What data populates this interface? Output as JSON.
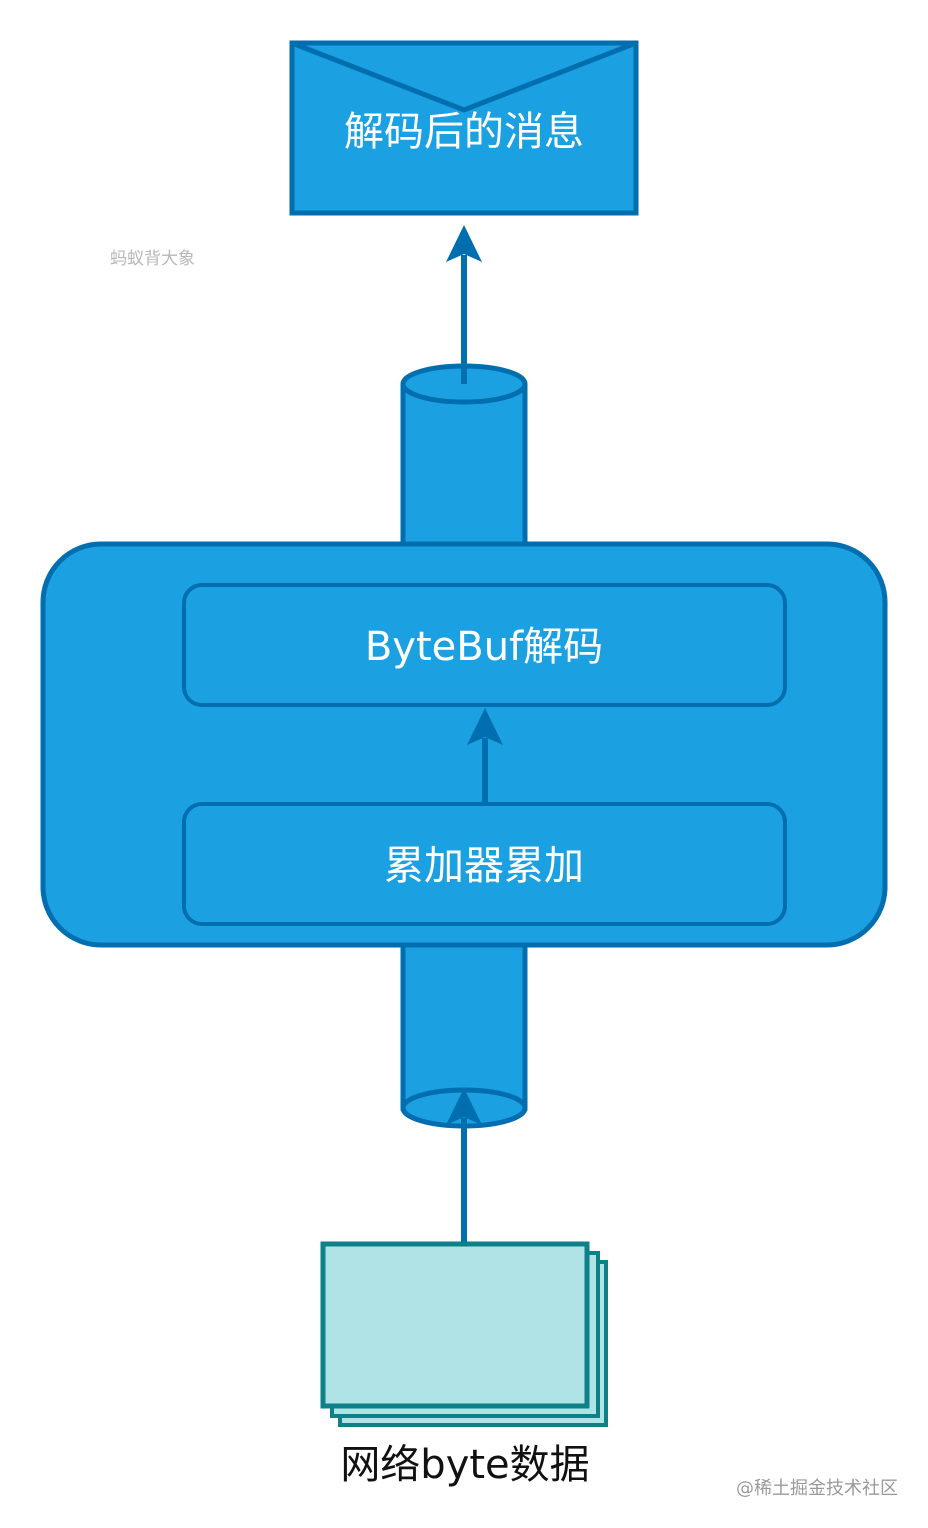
{
  "diagram": {
    "message_box_label": "解码后的消息",
    "bytebuf_decode_label": "ByteBuf解码",
    "accumulator_label": "累加器累加",
    "network_bytes_label": "网络byte数据"
  },
  "watermarks": {
    "top_left": "蚂蚁背大象",
    "bottom_right": "@稀土掘金技术社区"
  },
  "colors": {
    "primary_fill": "#1BA1E2",
    "primary_stroke": "#006EAF",
    "data_fill": "#B0E3E6",
    "data_stroke": "#0E8088"
  }
}
